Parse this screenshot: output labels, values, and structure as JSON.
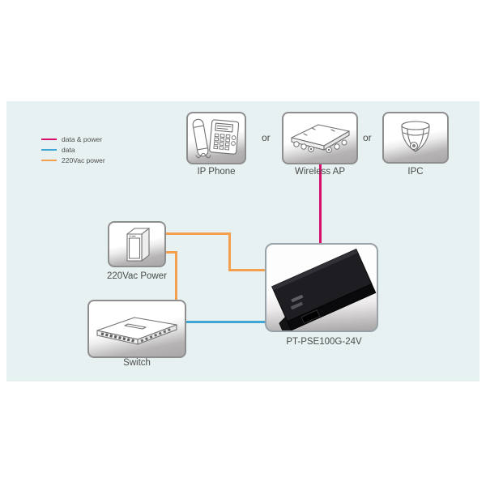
{
  "colors": {
    "data_power": "#d8106c",
    "data": "#3fa7d6",
    "vac_power": "#f2a050",
    "panel_bg": "#e8f1f2"
  },
  "legend": {
    "items": [
      {
        "label": "data & power"
      },
      {
        "label": "data"
      },
      {
        "label": "220Vac power"
      }
    ]
  },
  "labels": {
    "or": "or"
  },
  "devices": {
    "ip_phone": "IP Phone",
    "wireless_ap": "Wireless AP",
    "ipc": "IPC",
    "power": "220Vac Power",
    "switch": "Switch",
    "injector": "PT-PSE100G-24V"
  }
}
